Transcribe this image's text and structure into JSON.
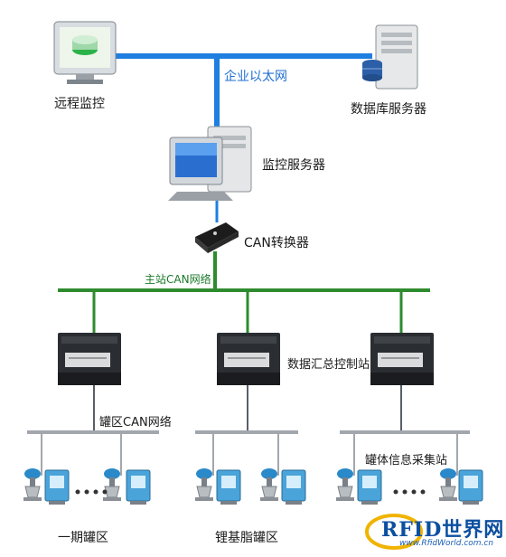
{
  "labels": {
    "remote_monitor": "远程监控",
    "enterprise_lan": "企业以太网",
    "db_server": "数据库服务器",
    "monitor_server": "监控服务器",
    "can_converter": "CAN转换器",
    "master_can": "主站CAN网络",
    "data_controller": "数据汇总控制站",
    "tank_can": "罐区CAN网络",
    "tank_station": "罐体信息采集站",
    "zone_phase1": "一期罐区",
    "zone_lithium": "锂基脂罐区"
  },
  "watermark": {
    "brand": "RFID世界网",
    "url": "www.RfidWorld.com.cn"
  },
  "colors": {
    "ethernet": "#1e7fe0",
    "can_bus": "#2e8b2e",
    "field_bus": "#9aa0a8"
  }
}
